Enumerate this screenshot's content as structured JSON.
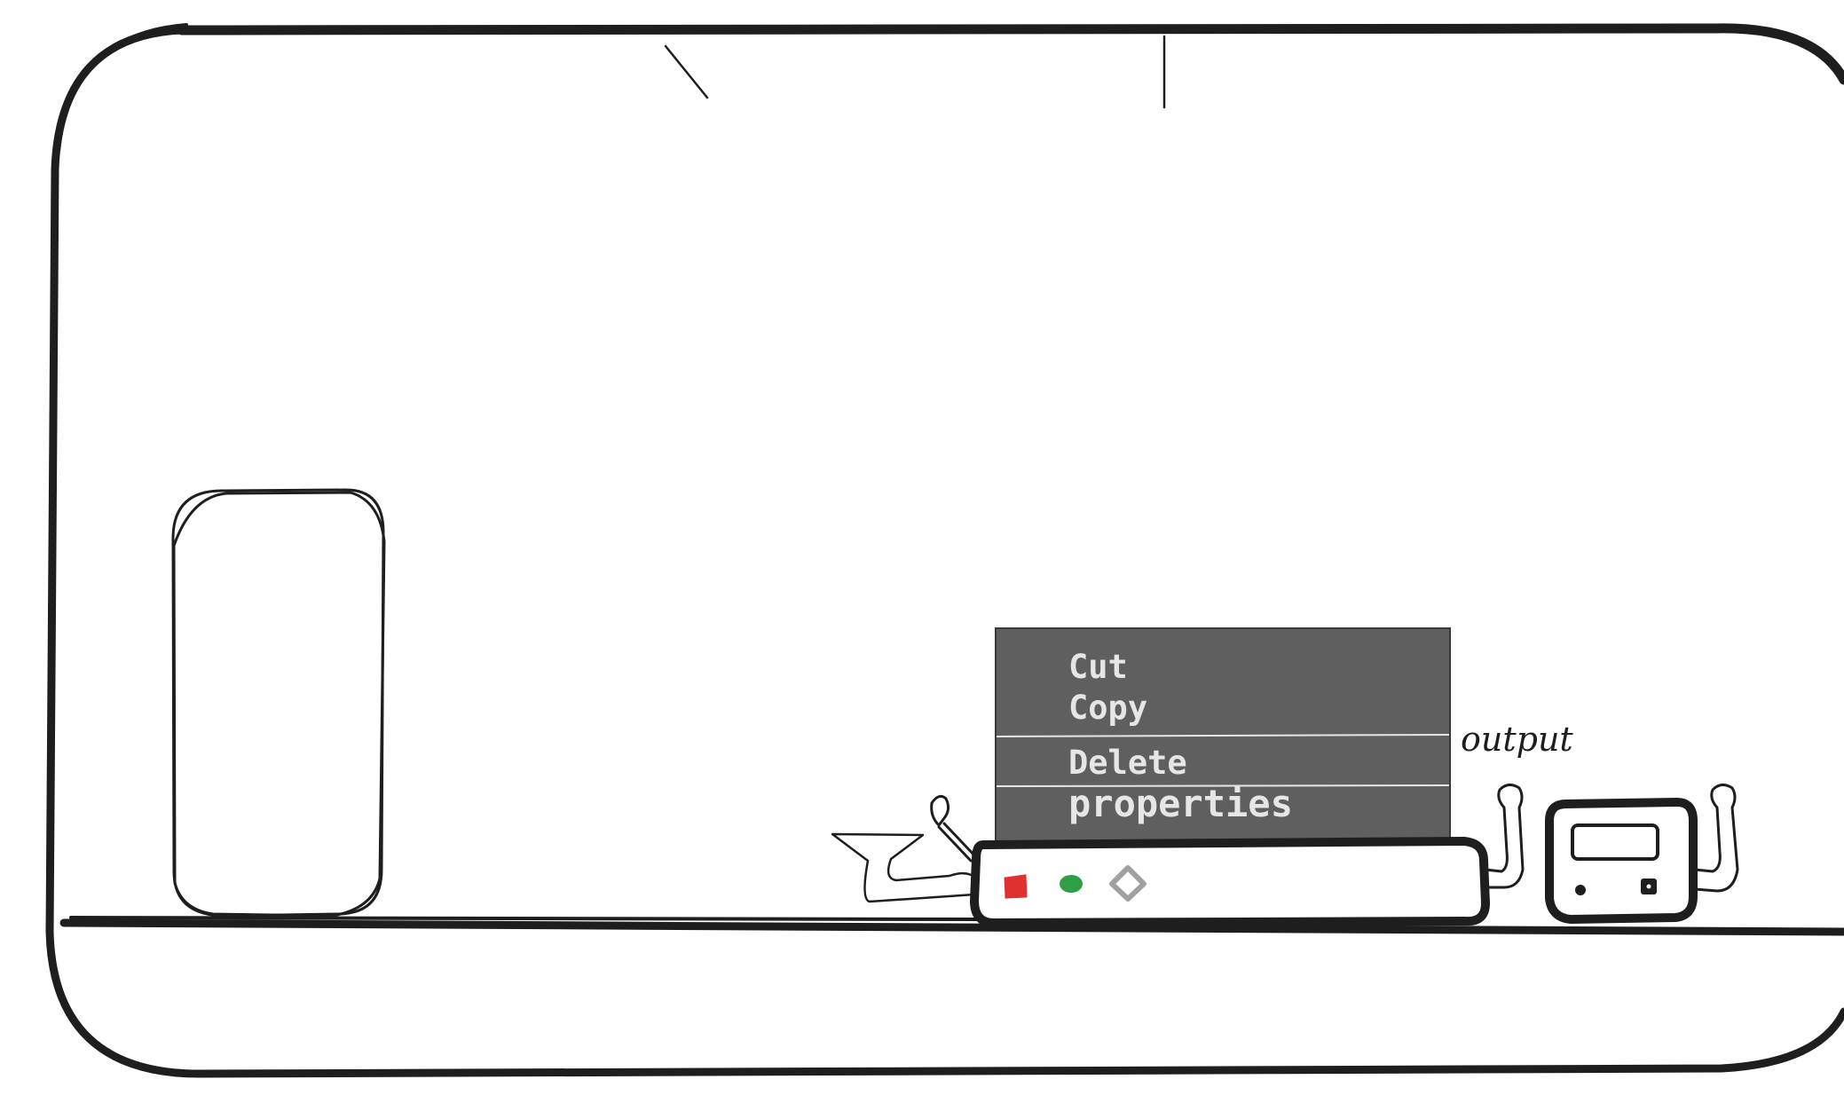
{
  "context_menu": {
    "items": [
      {
        "label": "Cut"
      },
      {
        "label": "Copy"
      },
      {
        "label": "Delete"
      },
      {
        "label": "properties"
      }
    ]
  },
  "canvas": {
    "output_label": "output"
  },
  "colors": {
    "stroke": "#1e1e1e",
    "menu_background": "#5f5f5f",
    "menu_text": "#e6e6e6",
    "stop_button": "#e03131",
    "run_button": "#2f9e44",
    "step_button": "#a0a0a0"
  },
  "icons": {
    "stop": "square-icon",
    "run": "circle-icon",
    "step": "diamond-icon"
  }
}
